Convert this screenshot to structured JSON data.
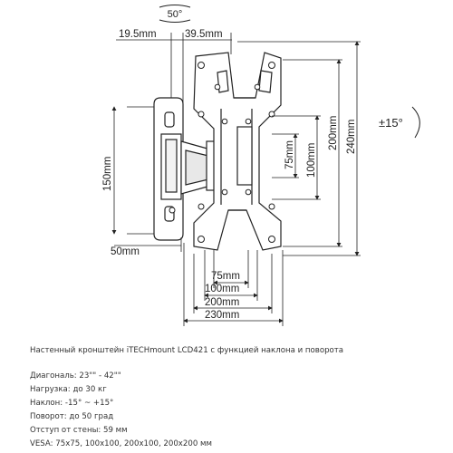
{
  "drawing": {
    "swivel_angle": "50°",
    "tilt_angle": "±15°",
    "dims": {
      "d19": "19.5mm",
      "d39": "39.5mm",
      "d150": "150mm",
      "d50": "50mm",
      "d75h": "75mm",
      "d100h": "100mm",
      "d200h": "200mm",
      "d230": "230mm",
      "d75v": "75mm",
      "d100v": "100mm",
      "d200v": "200mm",
      "d240": "240mm"
    }
  },
  "specs": {
    "title": "Настенный кронштейн iTECHmount LCD421 с функцией наклона и поворота",
    "lines": [
      "Диагональ: 23\"\" - 42\"\"",
      "Нагрузка: до 30 кг",
      "Наклон: -15° ~ +15°",
      "Поворот: до 50 град",
      "Отступ от стены: 59 мм",
      "VESA: 75x75, 100x100, 200x100, 200x200 мм"
    ]
  }
}
